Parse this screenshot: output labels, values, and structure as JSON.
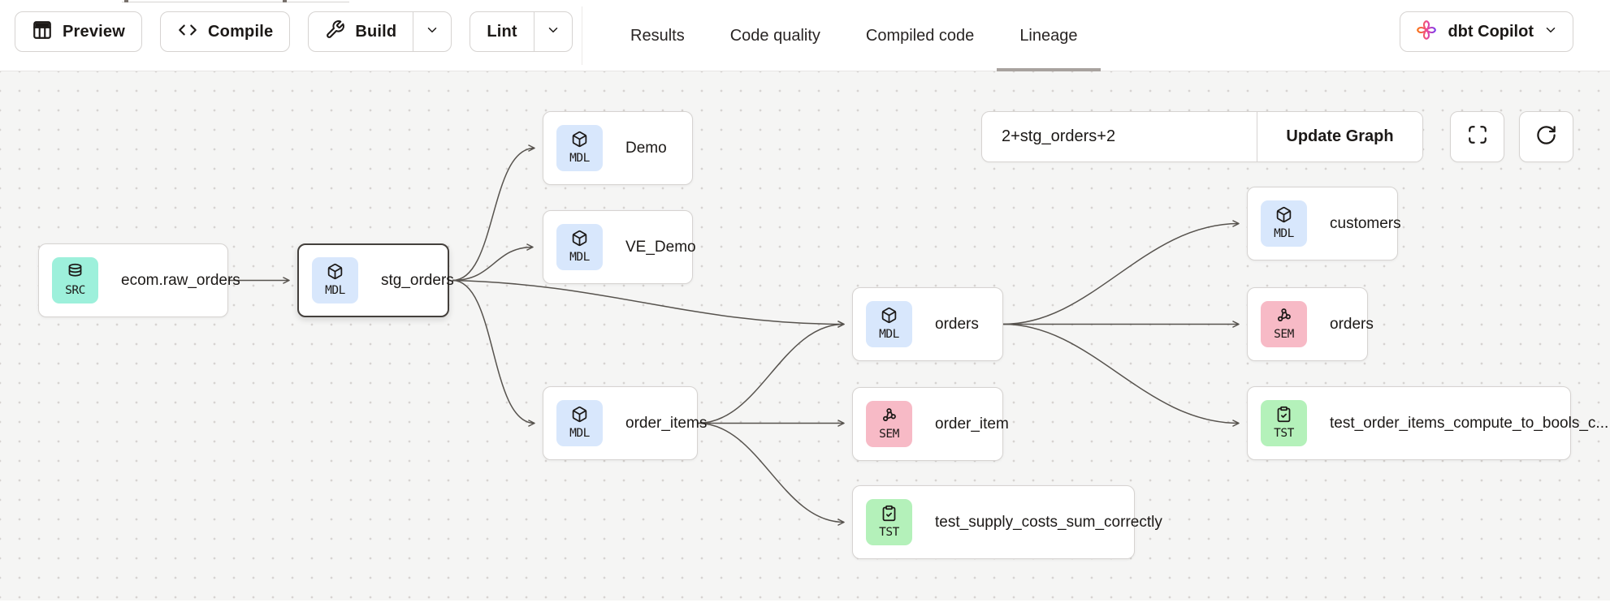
{
  "toolbar": {
    "preview_label": "Preview",
    "compile_label": "Compile",
    "build_label": "Build",
    "lint_label": "Lint"
  },
  "tabs": [
    {
      "label": "Results",
      "active": false
    },
    {
      "label": "Code quality",
      "active": false
    },
    {
      "label": "Compiled code",
      "active": false
    },
    {
      "label": "Lineage",
      "active": true
    }
  ],
  "copilot": {
    "label": "dbt Copilot"
  },
  "canvas_controls": {
    "selector_value": "2+stg_orders+2",
    "update_button_label": "Update Graph"
  },
  "graph": {
    "nodes": [
      {
        "type": "source",
        "badge": "SRC",
        "icon": "database-icon",
        "label": "ecom.raw_orders",
        "selected": false
      },
      {
        "type": "model",
        "badge": "MDL",
        "icon": "cube-icon",
        "label": "stg_orders",
        "selected": true
      },
      {
        "type": "model",
        "badge": "MDL",
        "icon": "cube-icon",
        "label": "Demo",
        "selected": false
      },
      {
        "type": "model",
        "badge": "MDL",
        "icon": "cube-icon",
        "label": "VE_Demo",
        "selected": false
      },
      {
        "type": "model",
        "badge": "MDL",
        "icon": "cube-icon",
        "label": "order_items",
        "selected": false
      },
      {
        "type": "model",
        "badge": "MDL",
        "icon": "cube-icon",
        "label": "orders",
        "selected": false
      },
      {
        "type": "semantic",
        "badge": "SEM",
        "icon": "network-icon",
        "label": "order_item",
        "selected": false
      },
      {
        "type": "test",
        "badge": "TST",
        "icon": "clipboard-check-icon",
        "label": "test_supply_costs_sum_correctly",
        "selected": false
      },
      {
        "type": "model",
        "badge": "MDL",
        "icon": "cube-icon",
        "label": "customers",
        "selected": false
      },
      {
        "type": "semantic",
        "badge": "SEM",
        "icon": "network-icon",
        "label": "orders",
        "selected": false
      },
      {
        "type": "test",
        "badge": "TST",
        "icon": "clipboard-check-icon",
        "label": "test_order_items_compute_to_bools_c...",
        "selected": false
      }
    ],
    "edges": [
      "ecom.raw_orders -> stg_orders",
      "stg_orders -> Demo",
      "stg_orders -> VE_Demo",
      "stg_orders -> orders",
      "stg_orders -> order_items",
      "order_items -> orders",
      "order_items -> order_item",
      "order_items -> test_supply_costs_sum_correctly",
      "orders -> customers",
      "orders -> orders (SEM)",
      "orders -> test_order_items_compute_to_bools_c..."
    ]
  },
  "colors": {
    "badge_src": "#9df0db",
    "badge_mdl": "#d8e7fc",
    "badge_sem": "#f7bac6",
    "badge_tst": "#b4f1ba",
    "edge": "#57534e",
    "active_tab_underline": "#a8a29e",
    "copilot_gradient_start": "#f97316",
    "copilot_gradient_end": "#7c3aed"
  }
}
